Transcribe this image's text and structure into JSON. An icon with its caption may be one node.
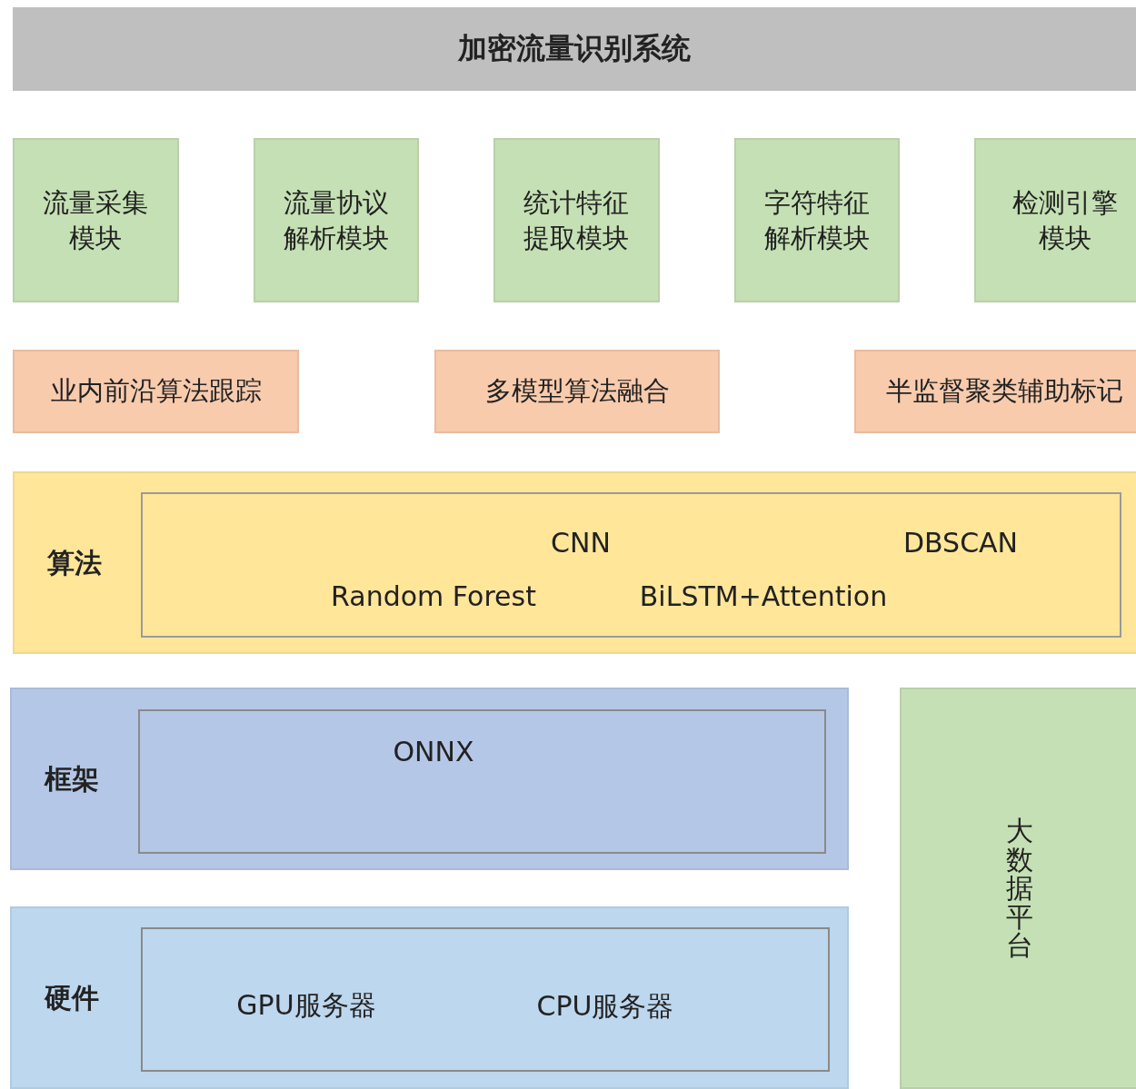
{
  "diagram": {
    "title": "加密流量识别系统",
    "nodes": [
      {
        "text": [
          "流量采集模块"
        ]
      },
      {
        "text": [
          "流量协议解析模块"
        ]
      },
      {
        "text": [
          "统计特征提取模块"
        ]
      },
      {
        "text": [
          "字符特征解析模块"
        ]
      },
      {
        "text": [
          "检测引擎模块"
        ]
      },
      {
        "text": [
          "业内前沿算法跟踪"
        ]
      },
      {
        "text": [
          "多模型算法融合"
        ]
      },
      {
        "text": [
          "半监督聚类辅助标记"
        ]
      },
      {
        "text": [
          "算法"
        ]
      },
      {
        "text": [
          "CNN",
          "DBSCAN",
          "Random Forest",
          "BiLSTM+Attention"
        ],
        "in": 8
      },
      {
        "text": [
          "框架"
        ]
      },
      {
        "text": [
          "ONNX"
        ],
        "in": 10
      },
      {
        "text": [
          "硬件"
        ]
      },
      {
        "text": [
          "GPU服务器",
          "CPU服务器"
        ],
        "in": 12
      },
      {
        "text": [
          "大数据平台"
        ]
      }
    ]
  }
}
